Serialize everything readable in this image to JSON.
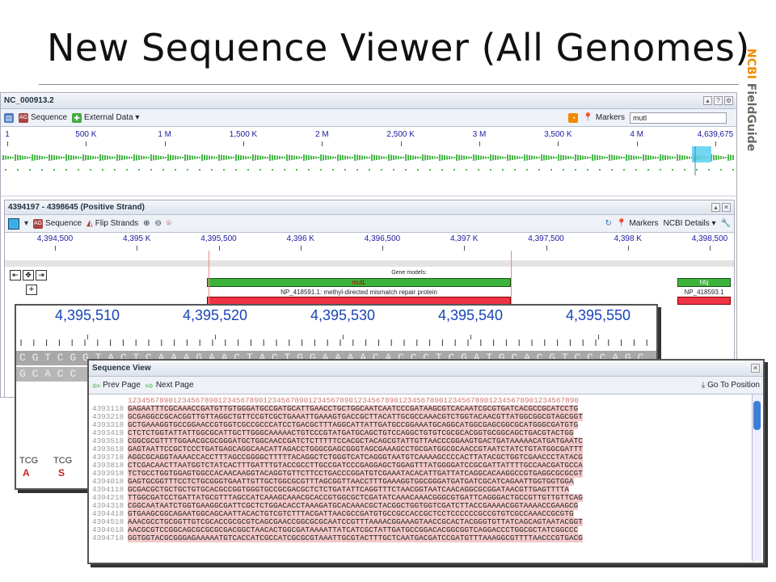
{
  "slide": {
    "title": "New Sequence Viewer (All Genomes)",
    "side_brand": "NCBI",
    "side_product": "FieldGuide"
  },
  "main_panel": {
    "accession": "NC_000913.2",
    "toolbar": {
      "sequence": "Sequence",
      "external_data": "External Data ▾",
      "markers": "Markers",
      "search_value": "mutl"
    },
    "ruler_labels": [
      "1",
      "500 K",
      "1 M",
      "1,500 K",
      "2 M",
      "2,500 K",
      "3 M",
      "3,500 K",
      "4 M",
      "4,639,675"
    ]
  },
  "detail_panel": {
    "title": "4394197 - 4398645 (Positive Strand)",
    "toolbar": {
      "sequence": "Sequence",
      "flip_strands": "Flip Strands",
      "markers": "Markers",
      "ncbi_details": "NCBI Details ▾"
    },
    "ruler_labels": [
      "4,394,500",
      "4,395 K",
      "4,395,500",
      "4,396 K",
      "4,396,500",
      "4,397 K",
      "4,397,500",
      "4,398 K",
      "4,398,500"
    ],
    "gene_models_label": "Gene models:",
    "gene_mutl": "mutL",
    "protein_label": "NP_418591.1: methyl-directed mismatch repair protein",
    "gene_hfq": "hfq",
    "protein_hfq": "NP_418593.1"
  },
  "zoom_panel": {
    "ruler_labels": [
      "4,395,510",
      "4,395,520",
      "4,395,530",
      "4,395,540",
      "4,395,550"
    ],
    "seq_top": "C G T C G G T A C T C A A A G A A C T A C T G G A A A A C A C C C T C G A T G C A C G T C C C A G C",
    "seq_bottom": "G C A C C",
    "codons": [
      "TCG",
      "TCG"
    ],
    "aa": [
      "A",
      "S"
    ]
  },
  "sequence_view": {
    "title": "Sequence View",
    "prev": "Prev Page",
    "next": "Next Page",
    "goto": "Go To Position",
    "header": "1234567890123456789012345678901234567890123456789012345678901234567890123456789012345678901234567890",
    "rows": [
      {
        "pos": "4393118",
        "seq": "GAGAATTTCGCAAACCGATGTTGTGGGATGCCGATGCATTGAACCTGCTGGCAATCAATCCCGATAAGCGTCACAATCGCGTGATCACGCCGCATCCTG"
      },
      {
        "pos": "4393218",
        "seq": "GCGAGGCCGCACGGTTGTTAGGCTGTTCCGTCGCTGAAATTGAAAGTGACCGCTTACATTGCGCCAAACGTCTGGTACAACGTTATGGCGGCGTAGCGGT"
      },
      {
        "pos": "4393318",
        "seq": "GCTGAAAGGTGCCGGAACCGTGGTCGCCGCCCATCCTGACGCTTTAGGCATTATTGATGCCGGAAATGCAGGCATGGCGAGCGGCGCATGGGCGATGTG"
      },
      {
        "pos": "4393418",
        "seq": "CTCTCTGGTATTATTGGCGCATTGCTTGGGCAAAAACTGTCCCGTATGATGCAGCTGTCCAGGCTGTGTCGCGCACGGTGCGGCAGCTGACGTACTGG"
      },
      {
        "pos": "4393518",
        "seq": "CGGCGCGTTTTGGAACGCGCGGGATGCTGGCAACCGATCTCTTTTTCCACGCTACAGCGTATTGTTAACCCGGAAGTGACTGATAAAAACATGATGAATC"
      },
      {
        "pos": "4393618",
        "seq": "GAGTAATTCCGCTCCCTGATGAGCAGGCAACATTAGACCTGGGCGAGCGGGTAGCGAAAGCCTGCGATGGCGCAACCGTAATCTATCTGTATGGCGATTT"
      },
      {
        "pos": "4393718",
        "seq": "AGGCGCAGGTAAAACCACCTTTAGCCGGGGCTTTTTACAGGCTCTGGGTCATCAGGGTAATGTCAAAAGCCCCACTTATACGCTGGTCGAACCCTATACG"
      },
      {
        "pos": "4393818",
        "seq": "CTCGACAACTTAATGGTCTATCACTTTGATTTGTACCGCCTTGCCGATCCCGAGGAGCTGGAGTTTATGGGGATCCGCGATTATTTTGCCAACGATGCCA"
      },
      {
        "pos": "4393918",
        "seq": "TCTGCCTGGTGGAGTGGCCACAACAAGGTACAGGTGTTCTTCCTGACCCGGATGTCGAAATACACATTGATTATCAGGCACAAGGCCGTGAGGCGCGCGT"
      },
      {
        "pos": "4394018",
        "seq": "GAGTGCGGTTTCCTCTGCGGGTGAATTGTTGCTGGCGCGTTTAGCGGTTAACCTTTGAAAGGTGGCGGGATGATGATCGCATCAGAATTGGTGGTGGA"
      },
      {
        "pos": "4394118",
        "seq": "GCGACGCTGCTGCTGTGCACGCCGGTGGGTGCCGCGACGCTCTCTGATATTCAGGTTTCTAACGGTAATCAACAGGCGCGGATAACGTTGAGTTTTA"
      },
      {
        "pos": "4394218",
        "seq": "TTGGCGATCCTGATTATGCGTTTAGCCATCAAAGCAAACGCACCGTGGCGCTCGATATCAAACAAACGGGCGTGATTCAGGGACTGCCGTTGTTGTTCAG"
      },
      {
        "pos": "4394318",
        "seq": "CGGCAATAATCTGGTGAAGGCGATTCGCTCTGGACACCTAAAGATGCACAAACGCTACGGCTGGTGGTCGATCTTACCGAAAACGGTAAAACCGAAGCG"
      },
      {
        "pos": "4394418",
        "seq": "GTGAAGCGGCAGAATGGCAGCAATTACACTGTCGTCTTTACGATTAACGCCGATGTGCCGCCACCGCTCCTCCCCCCGCCGTGTCGCCAAACCGCGTG"
      },
      {
        "pos": "4394518",
        "seq": "AAACGCCTGCGGTTGTCGCACCGCGCGTCAGCGAACCGGCGCGCAATCCGTTTAAAACGGAAAGTAACCGCACTACGGGTGTTATCAGCAGTAATACGGT"
      },
      {
        "pos": "4394618",
        "seq": "AACGCGTCCGGCAGCGCGCGCGACGGCTAACACTGGCGATAAAATTATCATCGCTATTGATGCCGGACACGGCGGTCAGGACCCTGGCGCTATCGGCCC"
      },
      {
        "pos": "4394718",
        "seq": "GGTGGTACGCGGGAGAAAAATGTCACCATCGCCATCGCGCGTAAATTGCGTACTTTGCTCAATGACGATCCGATGTTTAAAGGCGTTTTAACCCGTGACG"
      }
    ]
  }
}
